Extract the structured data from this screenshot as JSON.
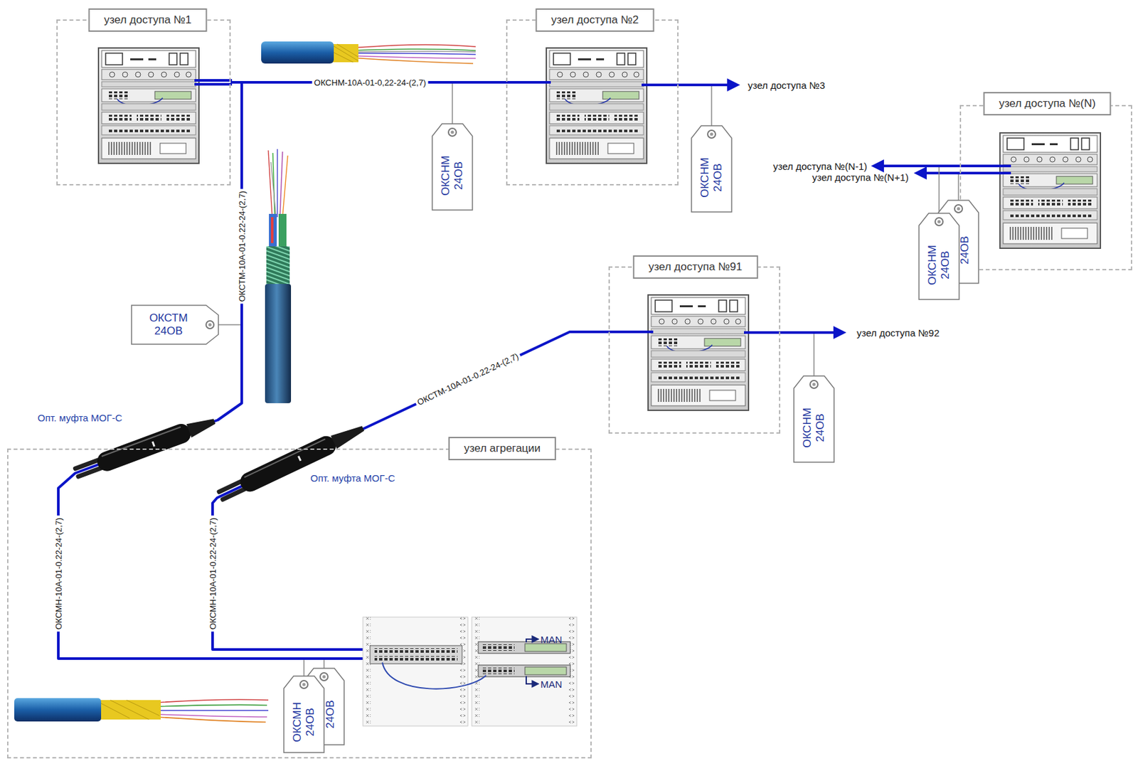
{
  "diagram": {
    "nodes": [
      {
        "text": [
          "узел доступа №1"
        ]
      },
      {
        "text": [
          "узел доступа №2"
        ]
      },
      {
        "text": [
          "узел доступа №(N)"
        ]
      },
      {
        "text": [
          "ОКСНМ 24ОВ"
        ]
      },
      {
        "text": [
          "ОКСНМ 24ОВ"
        ]
      },
      {
        "text": [
          "ОКСНМ 24ОВ"
        ]
      },
      {
        "text": [
          "ОКСНМ 24ОВ"
        ]
      },
      {
        "text": [
          "узел доступа №91"
        ]
      },
      {
        "text": [
          "ОКСТМ 24ОВ"
        ]
      },
      {
        "text": [
          "ОКСНМ 24ОВ"
        ]
      },
      {
        "text": [
          "узел агрегации"
        ]
      },
      {
        "text": [
          "ОКСМН 24ОВ"
        ],
        "in": 10
      },
      {
        "text": [
          "ОКСМН 24ОВ"
        ],
        "in": 10
      }
    ],
    "edges": [
      {
        "from": 0,
        "to": 1,
        "arrow": "none",
        "label": "ОКСНМ-10А-01-0,22-24-(2,7)"
      },
      {
        "from": 0,
        "to": 10,
        "arrow": "none",
        "label": "ОКСТМ-10А-01-0.22-24-(2,7)"
      },
      {
        "from": 7,
        "to": 10,
        "arrow": "none",
        "label": "ОКСТМ-10А-01-0.22-24-(2,7)"
      }
    ],
    "labels": [
      "узел доступа №3",
      "узел доступа №(N-1)",
      "узел доступа №(N+1)",
      "узел доступа №92",
      "Опт. муфта МОГ-С",
      "Опт. муфта МОГ-С",
      "ОКСМН-10А-01-0.22-24-(2,7)",
      "ОКСМН-10А-01-0.22-24-(2,7)",
      "MAN",
      "MAN"
    ]
  }
}
